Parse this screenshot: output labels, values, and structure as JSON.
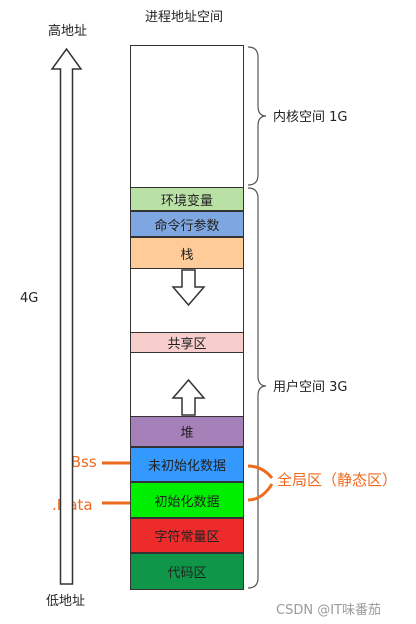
{
  "title": "进程地址空间",
  "axis": {
    "top_label": "高地址",
    "bottom_label": "低地址",
    "side_label": "4G"
  },
  "segments": [
    {
      "label": "环境变量",
      "color": "#b9e0a5"
    },
    {
      "label": "命令行参数",
      "color": "#7ea6e0"
    },
    {
      "label": "栈",
      "color": "#ffcc99"
    },
    {
      "label": "共享区",
      "color": "#f8cecc"
    },
    {
      "label": "堆",
      "color": "#a680b8"
    },
    {
      "label": "未初始化数据",
      "color": "#3399ff"
    },
    {
      "label": "初始化数据",
      "color": "#00ee00"
    },
    {
      "label": "字符常量区",
      "color": "#ee2b2b"
    },
    {
      "label": "代码区",
      "color": "#109648"
    }
  ],
  "brackets": {
    "kernel": "内核空间 1G",
    "user": "用户空间 3G"
  },
  "annotations": {
    "bss": ".Bss",
    "data": ".Data",
    "global": "全局区（静态区）",
    "color": "#ee6a1f"
  },
  "watermark": "CSDN @IT味番茄"
}
